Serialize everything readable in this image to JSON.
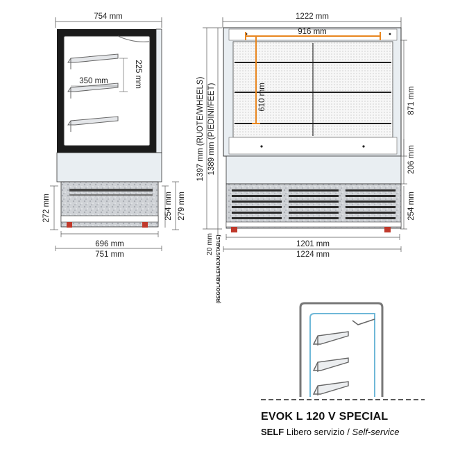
{
  "side_view": {
    "width_top": "754 mm",
    "shelf_depth": "350 mm",
    "shelf_spacing": "225 mm",
    "base_height_left": "272 mm",
    "base_height_right_a": "254 mm",
    "base_height_right_b": "279 mm",
    "width_bottom_inner": "696 mm",
    "width_bottom_outer": "751 mm"
  },
  "front_view": {
    "width_top": "1222 mm",
    "inner_width": "916 mm",
    "inner_height": "610 mm",
    "height_wheels": "1397 mm (RUOTE/WHEELS)",
    "height_feet": "1389 mm (PIEDINI/FEET)",
    "display_height": "871 mm",
    "mid_height": "206 mm",
    "base_height": "254 mm",
    "width_bottom_inner": "1201 mm",
    "width_bottom_outer": "1224 mm",
    "adjustable_height": "20 mm",
    "adjustable_note": "(REGOLABILE/ADJUSTABLE)"
  },
  "model": {
    "name": "EVOK L 120 V SPECIAL",
    "type_bold": "SELF",
    "type_it": "Libero servizio /",
    "type_en": "Self-service"
  },
  "colors": {
    "outline": "#222222",
    "dimension_line": "#555555",
    "accent_orange": "#e8861f",
    "panel_fill": "#e9eef2",
    "steel": "#c9ccd0",
    "wheel_red": "#c0392b",
    "profile_blue": "#6fb8d8"
  }
}
